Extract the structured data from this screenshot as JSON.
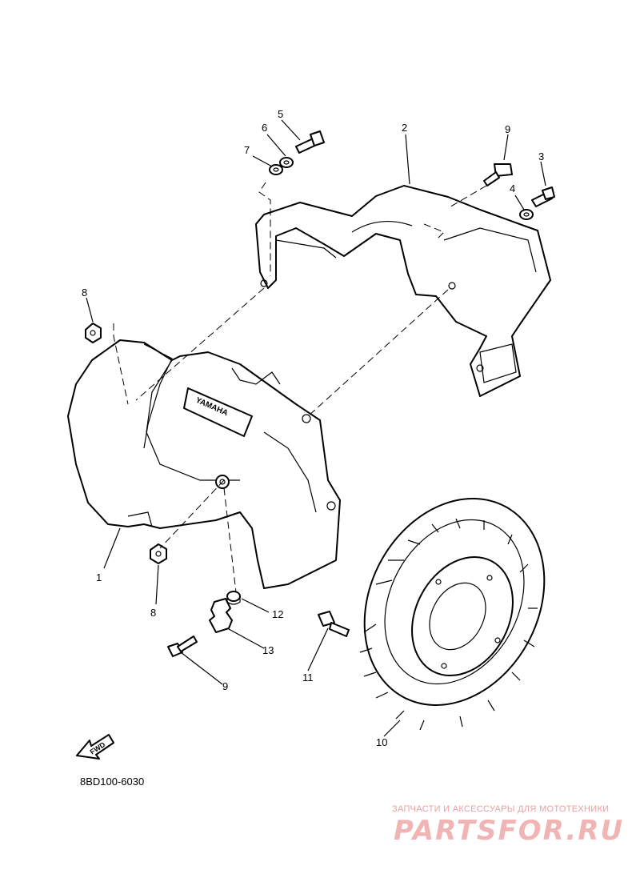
{
  "diagram": {
    "part_code": "8BD100-6030",
    "fwd_label": "FWD",
    "brand_emblem": "YAMAHA",
    "callouts": {
      "c1": "1",
      "c2": "2",
      "c3": "3",
      "c4": "4",
      "c5": "5",
      "c6": "6",
      "c7": "7",
      "c8a": "8",
      "c8b": "8",
      "c9a": "9",
      "c9b": "9",
      "c10": "10",
      "c11": "11",
      "c12": "12",
      "c13": "13"
    }
  },
  "watermark": {
    "tagline": "ЗАПЧАСТИ И АКСЕССУАРЫ ДЛЯ МОТОТЕХНИКИ",
    "site": "PARTSFOR.RU"
  }
}
